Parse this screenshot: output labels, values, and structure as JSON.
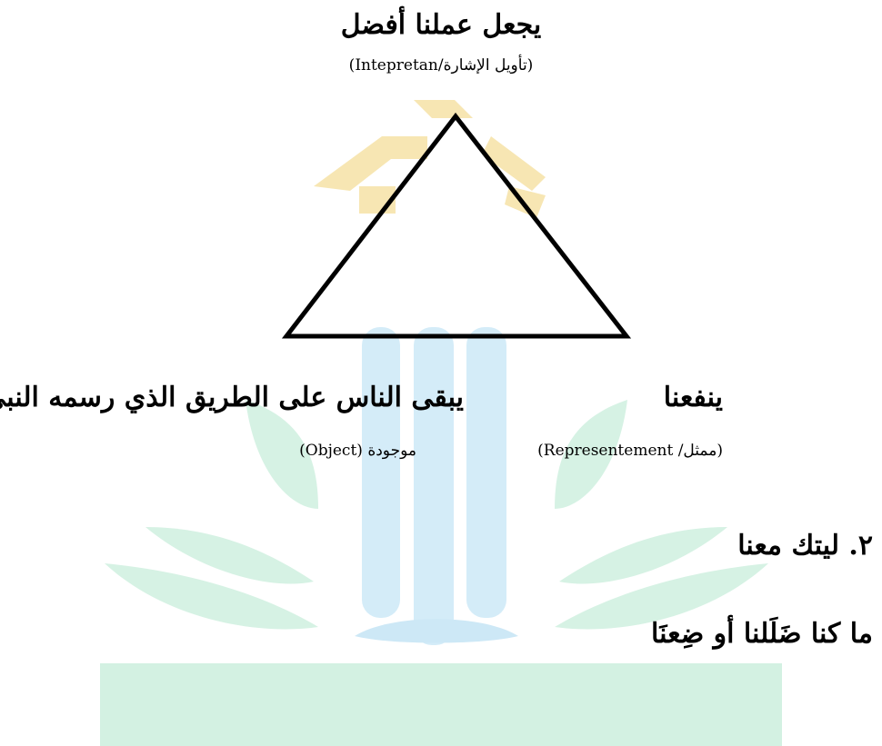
{
  "diagram": {
    "top": {
      "title": "يجعل عملنا أفضل",
      "note": "(تأويل الإشارة/Intepretan)"
    },
    "left": {
      "title": "يبقى الناس على الطريق الذي رسمه النبي",
      "note": "موجودة (Object)"
    },
    "right": {
      "title": "ينفعنا",
      "note": "(ممثل/ Representement)"
    }
  },
  "list": {
    "item_2": "٢. ليتك معنا",
    "item_line": "ما كنا ضَلَلنا أو ضِعنَا"
  },
  "colors": {
    "watermark_yellow": "#f5dd9a",
    "watermark_blue": "#cfe9f7",
    "watermark_green": "#d3f1e2"
  }
}
